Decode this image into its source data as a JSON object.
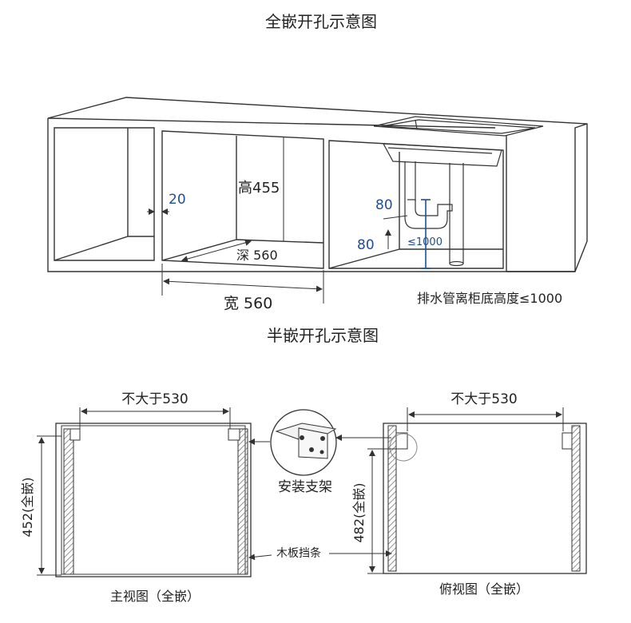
{
  "full": {
    "title": "全嵌开孔示意图",
    "height_label": "高455",
    "depth_label": "深 560",
    "width_label": "宽 560",
    "side_gap": "20",
    "pipe_width": "80",
    "pipe_height": "80",
    "pipe_limit": "≤1000",
    "drain_note": "排水管离柜底高度≤1000"
  },
  "half": {
    "title": "半嵌开孔示意图",
    "front": {
      "width_label": "不大于530",
      "height_label": "452(全嵌)",
      "caption": "主视图（全嵌）"
    },
    "top": {
      "width_label": "不大于530",
      "height_label": "482(全嵌)",
      "caption": "俯视图（全嵌）"
    },
    "bracket_label": "安装支架",
    "strip_label": "木板挡条"
  },
  "colors": {
    "line": "#333333",
    "dim_blue": "#1f4e96",
    "hatch": "#777777"
  }
}
